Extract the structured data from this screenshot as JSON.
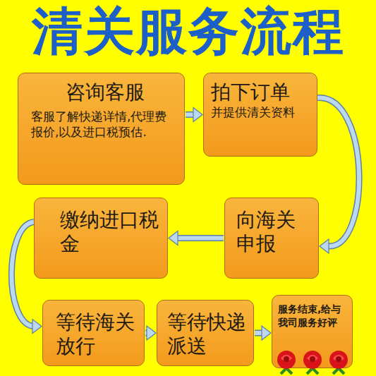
{
  "diagram": {
    "title": "清关服务流程",
    "nodes": [
      {
        "text": [
          "咨询客服",
          "客服了解快递详情,代理费报价,以及进口税预估."
        ]
      },
      {
        "text": [
          "拍下订单",
          "并提供清关资料"
        ]
      },
      {
        "text": [
          "向海关申报"
        ]
      },
      {
        "text": [
          "缴纳进口税金"
        ]
      },
      {
        "text": [
          "等待海关放行"
        ]
      },
      {
        "text": [
          "等待快递派送"
        ]
      },
      {
        "text": [
          "服务结束,给与我司服务好评"
        ]
      }
    ],
    "edges": [
      {
        "from": 0,
        "to": 1,
        "arrow": "to"
      },
      {
        "from": 1,
        "to": 2,
        "arrow": "to"
      },
      {
        "from": 2,
        "to": 3,
        "arrow": "to"
      },
      {
        "from": 3,
        "to": 4,
        "arrow": "to"
      },
      {
        "from": 4,
        "to": 5,
        "arrow": "to"
      },
      {
        "from": 5,
        "to": 6,
        "arrow": "to"
      }
    ]
  }
}
